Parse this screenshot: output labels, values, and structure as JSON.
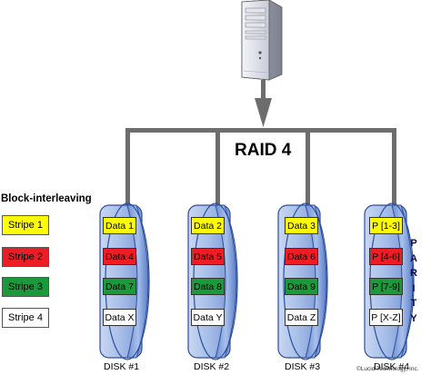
{
  "title": "RAID 4",
  "legend": {
    "heading": "Block-interleaving",
    "stripes": [
      {
        "label": "Stripe 1",
        "color": "#ffff00"
      },
      {
        "label": "Stripe 2",
        "color": "#ee1c24"
      },
      {
        "label": "Stripe 3",
        "color": "#1a9a3a"
      },
      {
        "label": "Stripe 4",
        "color": "#ffffff"
      }
    ]
  },
  "disks": [
    {
      "label": "DISK #1",
      "blocks": [
        "Data 1",
        "Data 4",
        "Data 7",
        "Data X"
      ]
    },
    {
      "label": "DISK #2",
      "blocks": [
        "Data 2",
        "Data 5",
        "Data 8",
        "Data Y"
      ]
    },
    {
      "label": "DISK #3",
      "blocks": [
        "Data 3",
        "Data 6",
        "Data 9",
        "Data Z"
      ]
    },
    {
      "label": "DISK #4",
      "blocks": [
        "P [1-3]",
        "P [4-6]",
        "P [7-9]",
        "P [X-Z]"
      ]
    }
  ],
  "parity_label": "PARITY",
  "copyright": "©Lucid Technology, Inc.",
  "icons": {
    "server": "server-tower-icon",
    "arrow": "arrow-down-icon"
  },
  "colors": {
    "disk_body": "#9fb6e3",
    "disk_edge": "#2d4f9c",
    "bus": "#6d6d6d"
  }
}
